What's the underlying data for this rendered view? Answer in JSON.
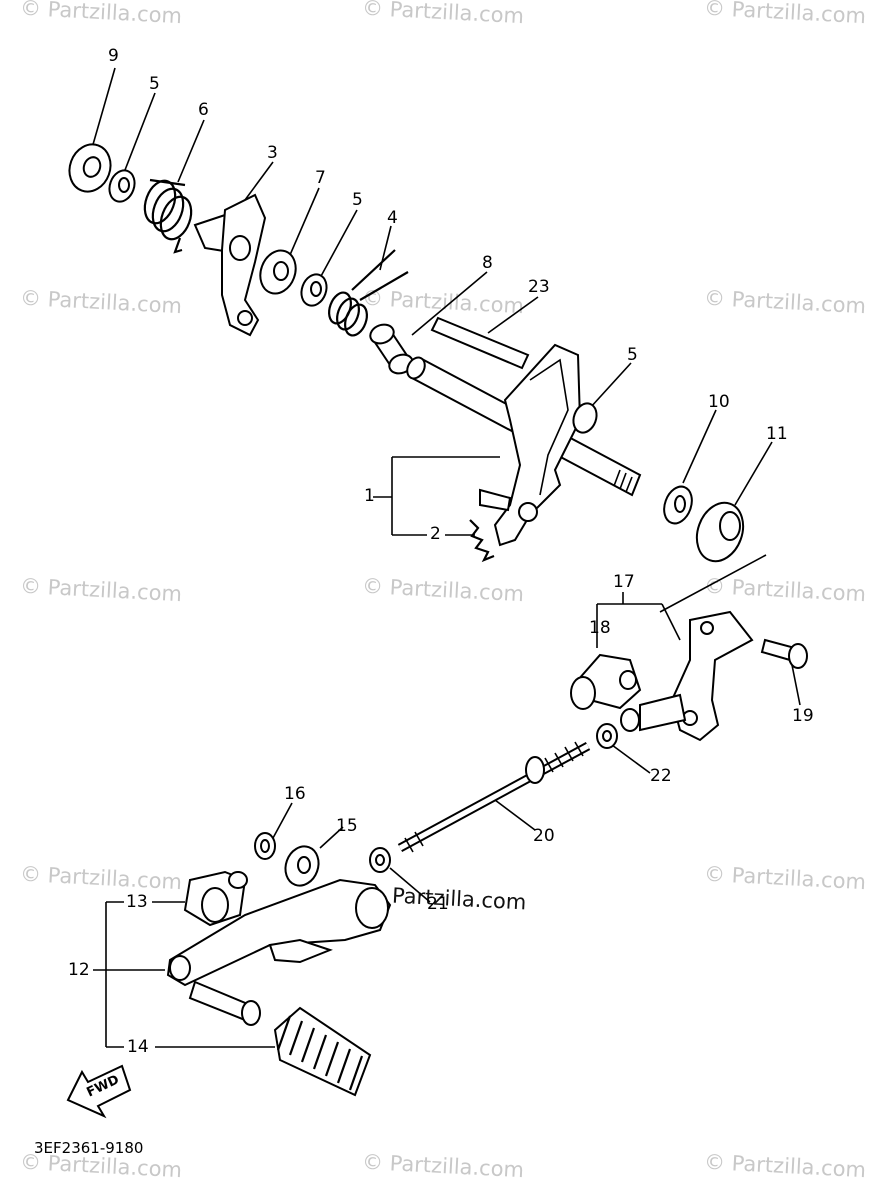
{
  "watermark": "© Partzilla.com",
  "center_watermark": "Partzilla.com",
  "diagram_code": "3EF2361-9180",
  "fwd_label": "FWD",
  "callouts": {
    "c9": "9",
    "c5a": "5",
    "c6": "6",
    "c3": "3",
    "c7": "7",
    "c5b": "5",
    "c4": "4",
    "c8": "8",
    "c23": "23",
    "c5c": "5",
    "c10": "10",
    "c11": "11",
    "c1": "1",
    "c2": "2",
    "c17": "17",
    "c18": "18",
    "c19": "19",
    "c22": "22",
    "c16": "16",
    "c15": "15",
    "c20": "20",
    "c21": "21",
    "c13": "13",
    "c12": "12",
    "c14": "14"
  }
}
